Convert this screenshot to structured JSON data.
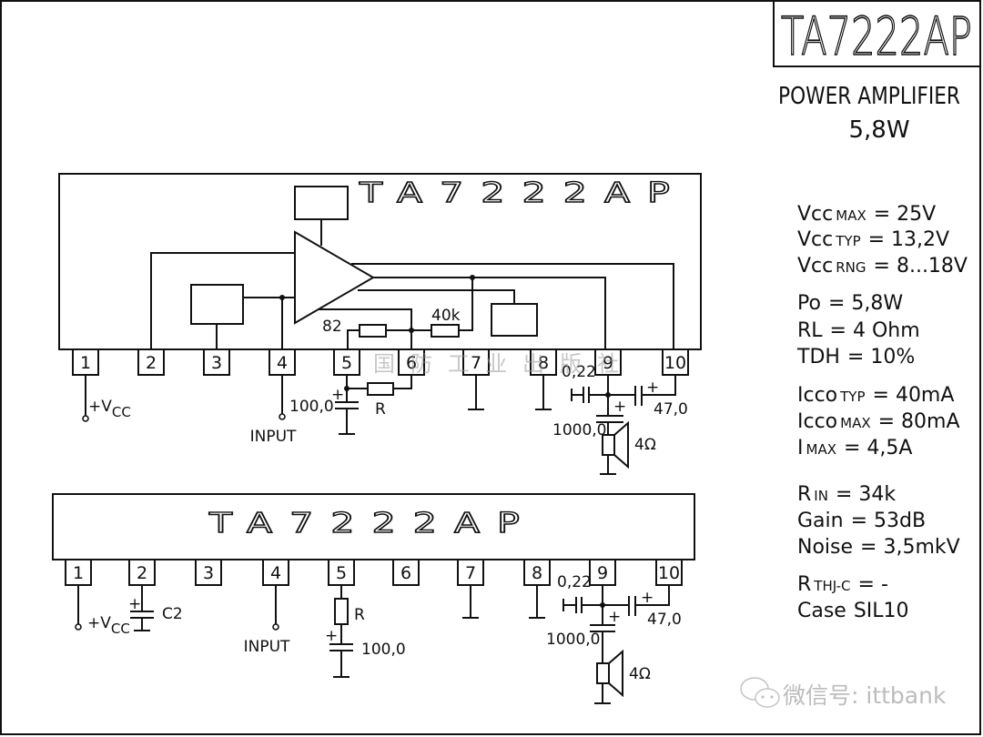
{
  "header": {
    "part_number": "TA7222AP",
    "description": "POWER AMPLIFIER",
    "power_rating": "5,8W"
  },
  "specs": [
    {
      "name": "Vcc",
      "sub": "MAX",
      "eq": "= 25V"
    },
    {
      "name": "Vcc",
      "sub": "TYP",
      "eq": "= 13,2V"
    },
    {
      "name": "Vcc",
      "sub": "RNG",
      "eq": "= 8...18V"
    },
    {
      "name": "Po",
      "sub": "",
      "eq": "= 5,8W"
    },
    {
      "name": "RL",
      "sub": "",
      "eq": "= 4 Ohm"
    },
    {
      "name": "TDH",
      "sub": "",
      "eq": "= 10%"
    },
    {
      "name": "Icco",
      "sub": "TYP",
      "eq": "= 40mA"
    },
    {
      "name": "Icco",
      "sub": "MAX",
      "eq": "= 80mA"
    },
    {
      "name": "I",
      "sub": "MAX",
      "eq": "=    4,5A"
    },
    {
      "name": "R",
      "sub": "IN",
      "eq": "= 34k"
    },
    {
      "name": "Gain",
      "sub": "",
      "eq": "= 53dB"
    },
    {
      "name": "Noise",
      "sub": "",
      "eq": "= 3,5mkV"
    },
    {
      "name": "R",
      "sub": "THJ-C",
      "eq": "= -"
    },
    {
      "name": "Case",
      "sub": "",
      "eq": "SIL10"
    }
  ],
  "top_circuit": {
    "chip_label": "TA7222AP",
    "pins": [
      "1",
      "2",
      "3",
      "4",
      "5",
      "6",
      "7",
      "8",
      "9",
      "10"
    ],
    "internal_resistor_1": "82",
    "internal_resistor_2": "40k",
    "vcc_label": "+V",
    "vcc_sub": "CC",
    "input_label": "INPUT",
    "cap_pin5": "100,0",
    "res_pin5": "R",
    "cap_bootstrap": "0,22",
    "cap_pin10": "47,0",
    "cap_output": "1000,0",
    "speaker": "4Ω",
    "publisher_stamp": "国防工业出版社"
  },
  "bottom_circuit": {
    "chip_label": "TA7222AP",
    "pins": [
      "1",
      "2",
      "3",
      "4",
      "5",
      "6",
      "7",
      "8",
      "9",
      "10"
    ],
    "vcc_label": "+V",
    "vcc_sub": "CC",
    "cap_pin2": "C2",
    "input_label": "INPUT",
    "res_pin5": "R",
    "cap_pin5": "100,0",
    "cap_bootstrap": "0,22",
    "cap_pin10": "47,0",
    "cap_output": "1000,0",
    "speaker": "4Ω"
  },
  "watermark": {
    "text": "微信号: ittbank"
  }
}
